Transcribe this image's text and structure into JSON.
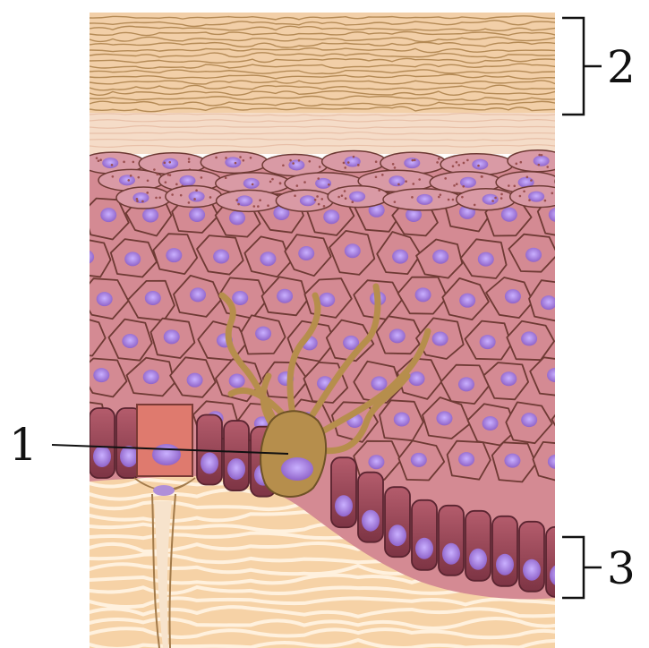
{
  "labels": {
    "label_1": "1",
    "label_2": "2",
    "label_3": "3"
  },
  "palette": {
    "background": "#ffffff",
    "stratum_corneum": "#f2cfa8",
    "stratum_corneum_lines": "#b48a55",
    "pale_band": "#f5dcc8",
    "granular_cells": "#d99aa5",
    "spinous_cells": "#d48a93",
    "cell_borders": "#6e3a34",
    "nuclei": "#9b6fcf",
    "basal_cells": "#9c4a5a",
    "melanocyte": "#b68e4c",
    "merkel_cell": "#df7a6e",
    "dermis": "#f6d2a6",
    "dermis_fibers": "#fff1de",
    "bracket_and_lines": "#111111"
  }
}
